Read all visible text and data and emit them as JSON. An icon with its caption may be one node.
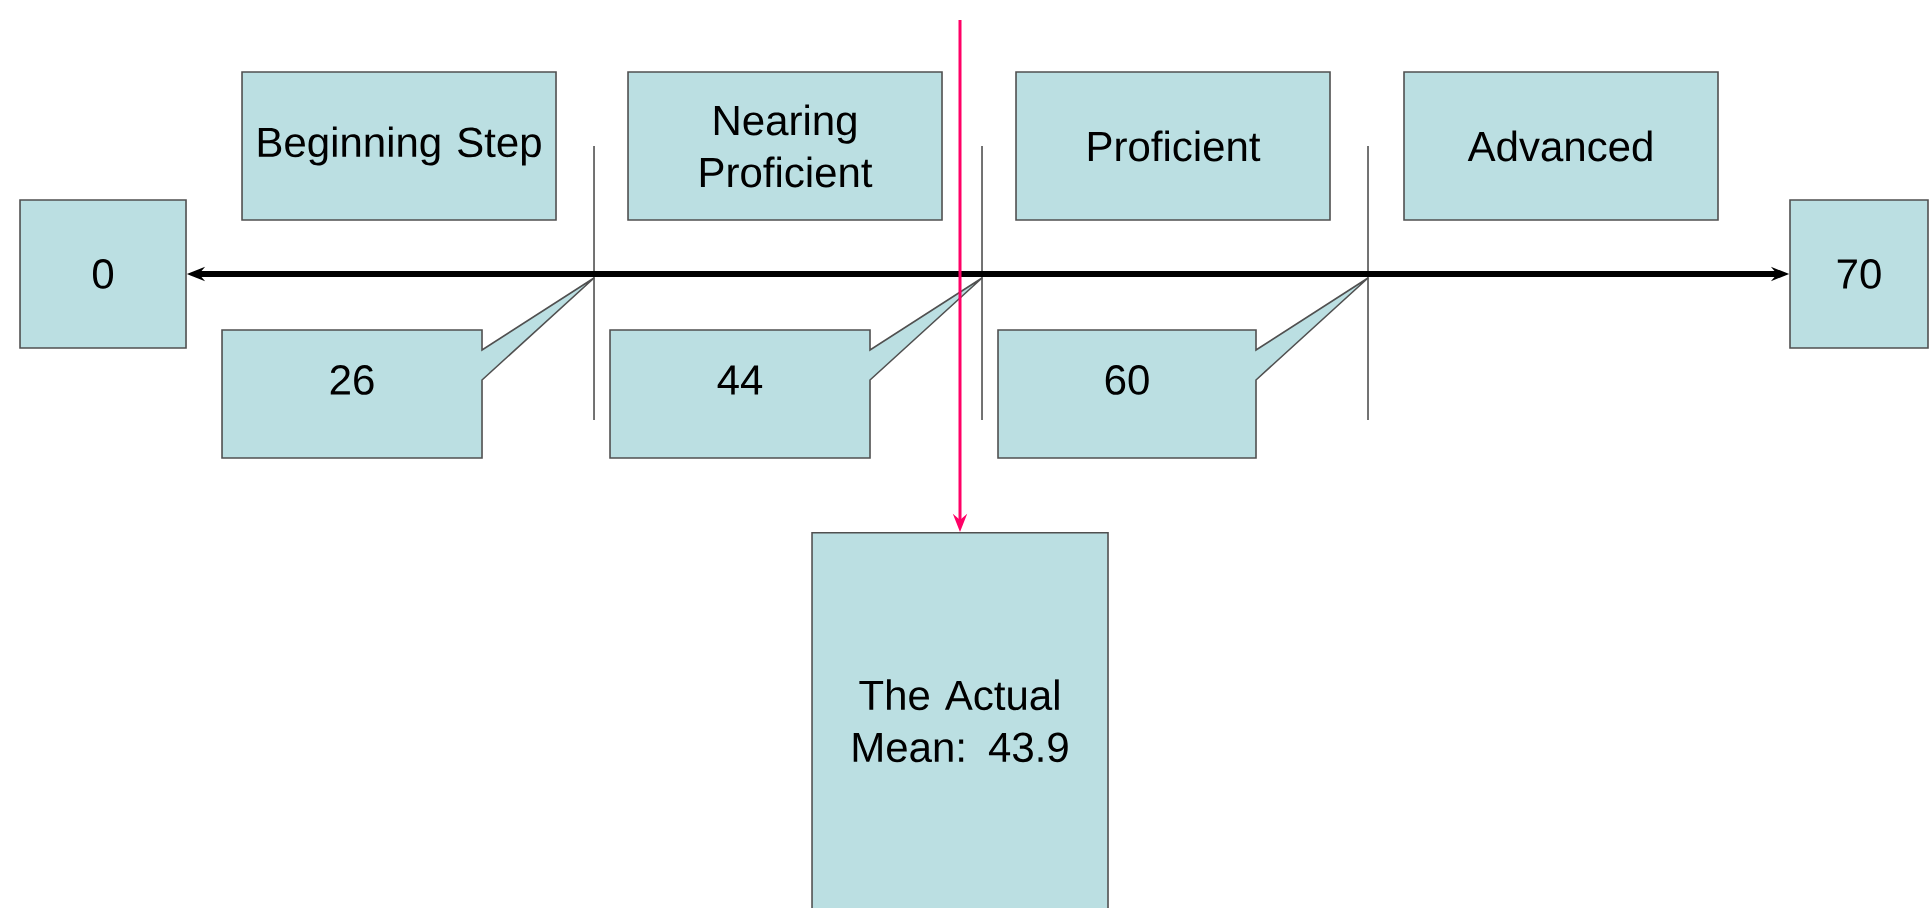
{
  "diagram": {
    "nodes": [
      {
        "text": [
          "0"
        ]
      },
      {
        "text": [
          "70"
        ]
      },
      {
        "text": [
          "Beginning Step"
        ]
      },
      {
        "text": [
          "Nearing Proficient"
        ]
      },
      {
        "text": [
          "Proficient"
        ]
      },
      {
        "text": [
          "Advanced"
        ]
      },
      {
        "text": [
          "26"
        ]
      },
      {
        "text": [
          "44"
        ]
      },
      {
        "text": [
          "60"
        ]
      },
      {
        "text": [
          "The Actual Mean: 43.9"
        ]
      }
    ],
    "edges": [
      {
        "from": 0,
        "to": 1,
        "arrow": "both",
        "style": "thick"
      },
      {
        "from": null,
        "to": 9,
        "arrow": "to",
        "color": "#ff0066"
      }
    ]
  }
}
